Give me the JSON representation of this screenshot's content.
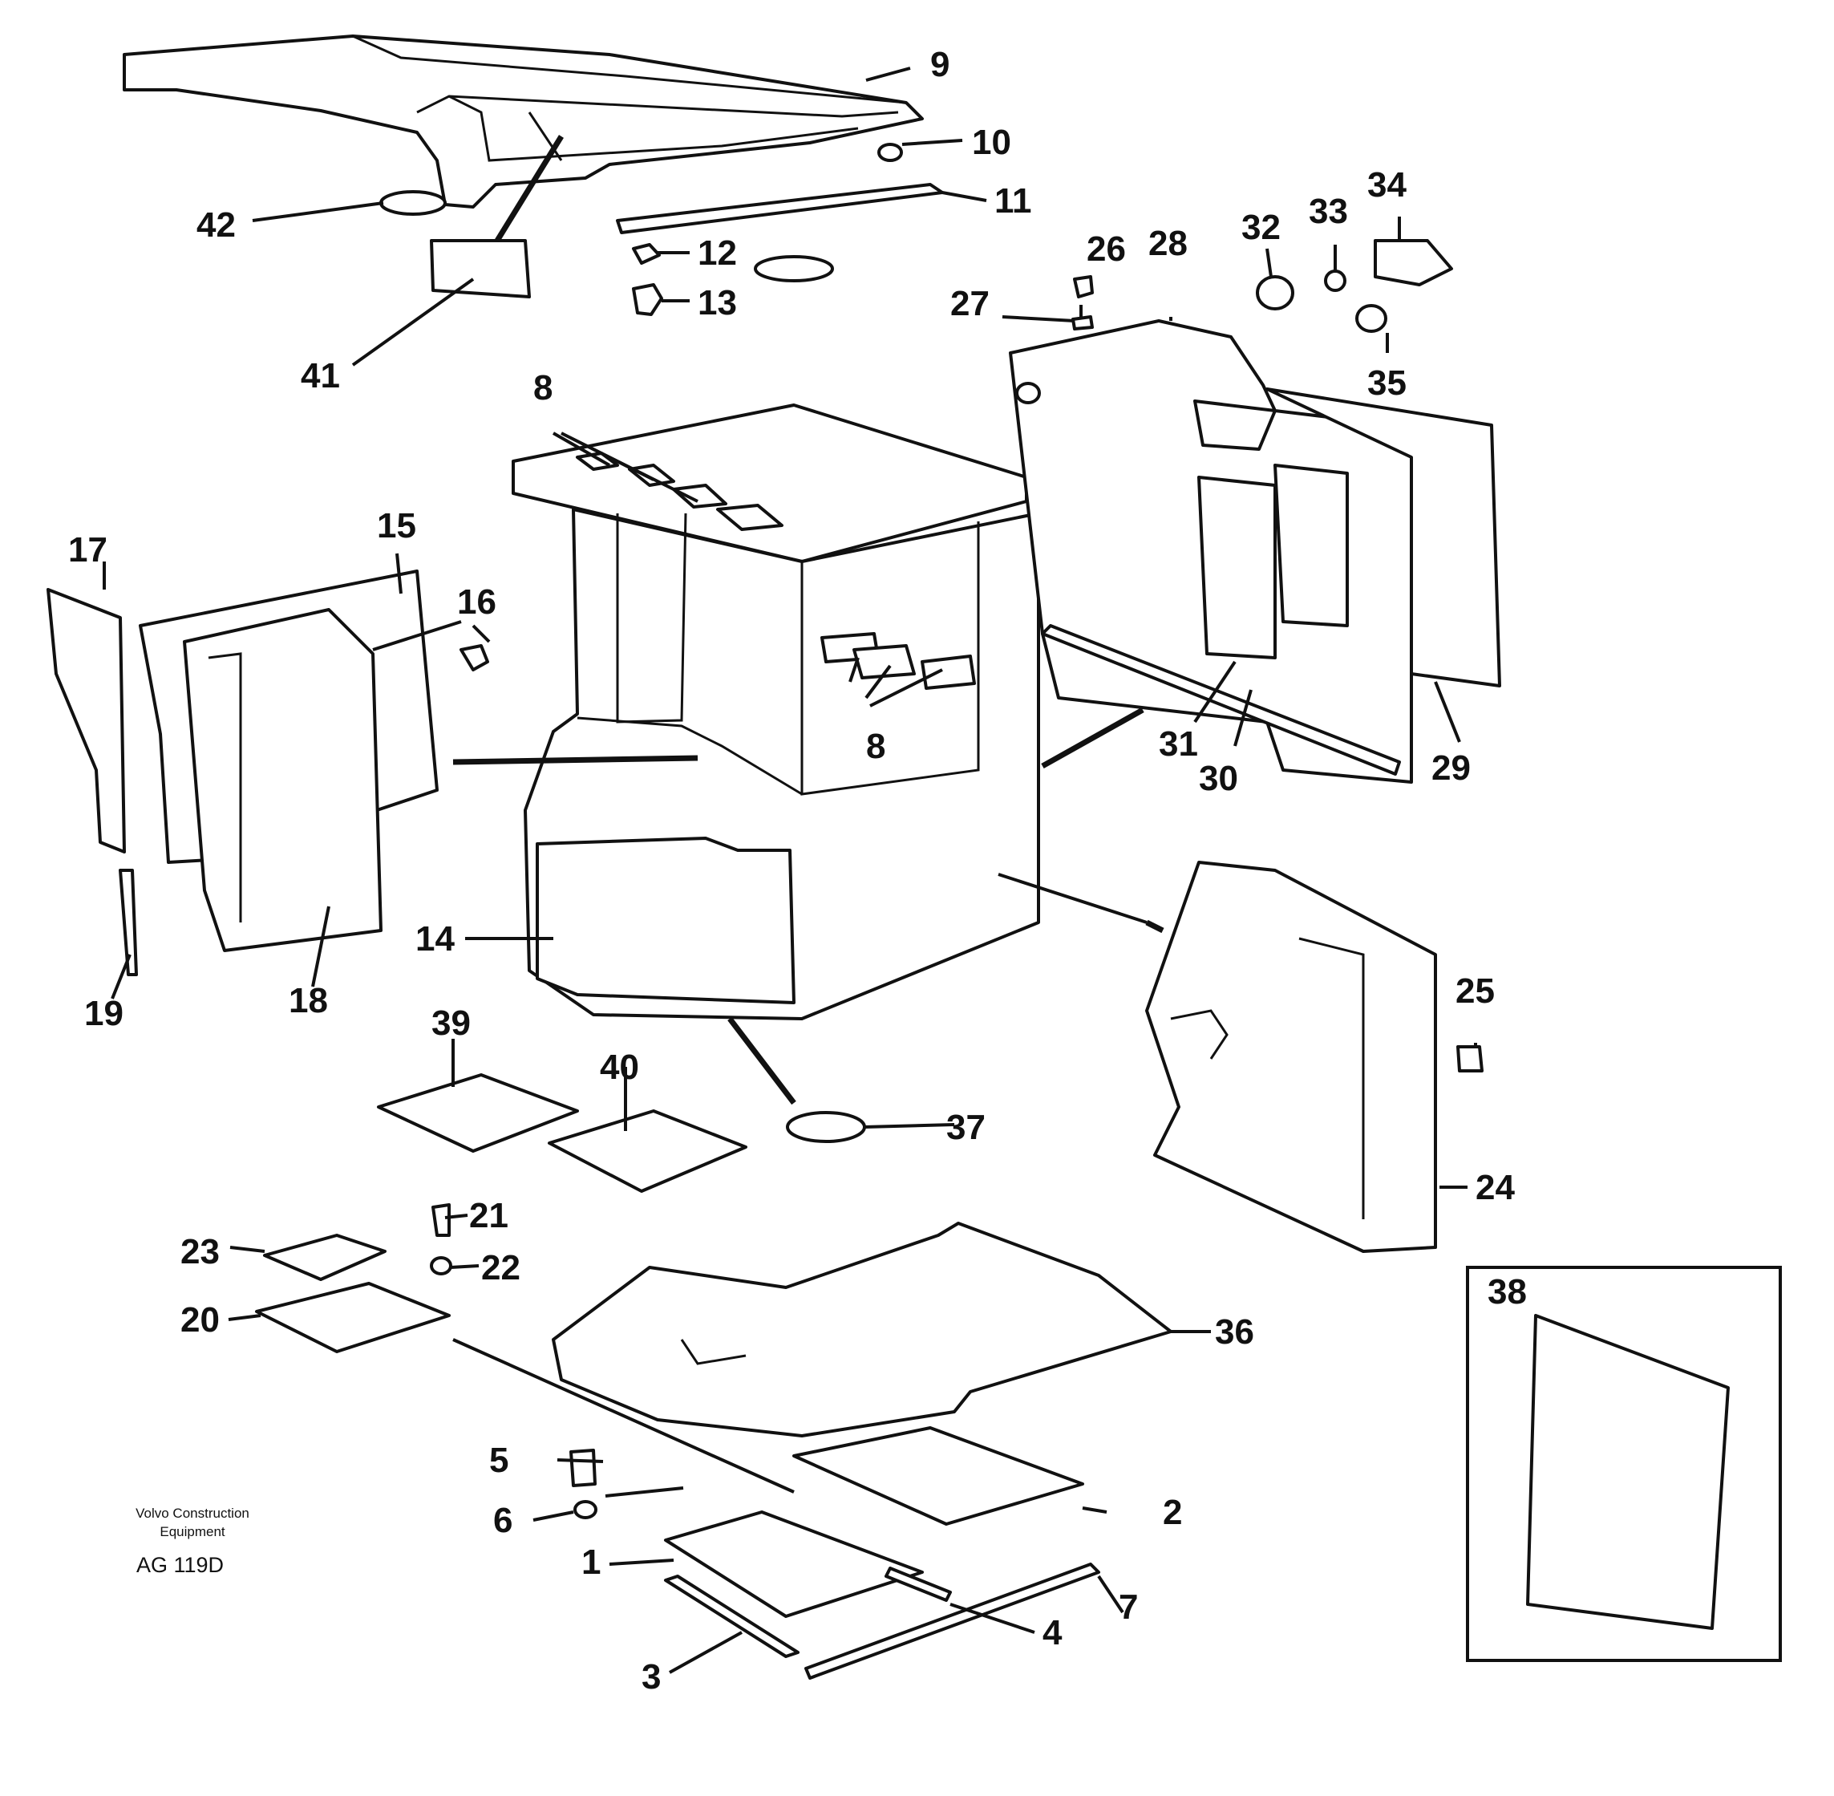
{
  "labels": {
    "l1": "1",
    "l2": "2",
    "l3": "3",
    "l4": "4",
    "l5": "5",
    "l6": "6",
    "l7": "7",
    "l8a": "8",
    "l8b": "8",
    "l9": "9",
    "l10": "10",
    "l11": "11",
    "l12": "12",
    "l13": "13",
    "l14": "14",
    "l15": "15",
    "l16": "16",
    "l17": "17",
    "l18": "18",
    "l19": "19",
    "l20": "20",
    "l21": "21",
    "l22": "22",
    "l23": "23",
    "l24": "24",
    "l25": "25",
    "l26": "26",
    "l27": "27",
    "l28": "28",
    "l29": "29",
    "l30": "30",
    "l31": "31",
    "l32": "32",
    "l33": "33",
    "l34": "34",
    "l35": "35",
    "l36": "36",
    "l37": "37",
    "l38": "38",
    "l39": "39",
    "l40": "40",
    "l41": "41",
    "l42": "42"
  },
  "credit": {
    "line1": "Volvo Construction",
    "line2": "Equipment",
    "code": "AG 119D"
  }
}
